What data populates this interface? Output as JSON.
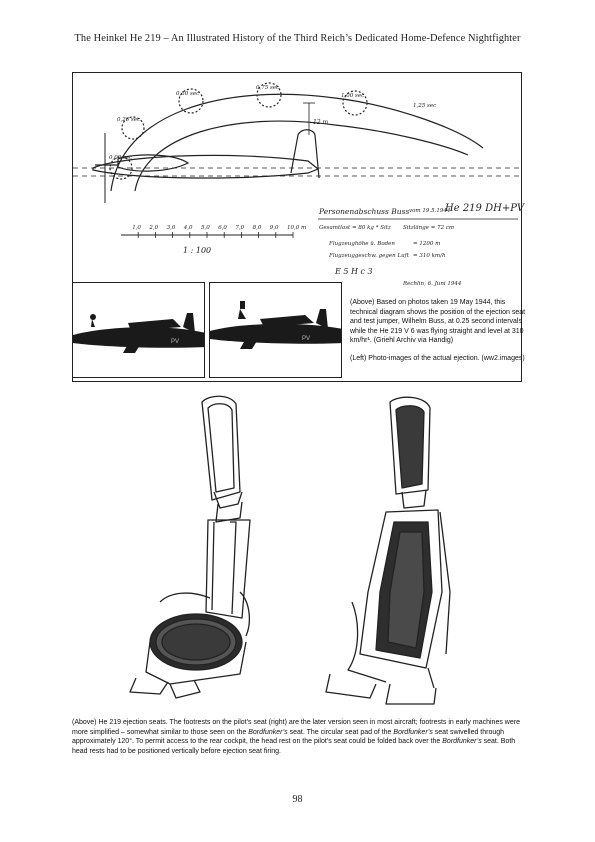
{
  "header": {
    "title": "The Heinkel He 219 – An Illustrated History of the Third Reich’s Dedicated Home-Defence Nightfighter"
  },
  "diagram": {
    "trajectory_labels": [
      "0,00 sec",
      "0,25 sec",
      "0,50 sec",
      "0,75 sec",
      "1,00 sec",
      "1,25 sec"
    ],
    "height_label": "12 m",
    "scale_ticks": [
      "1,0",
      "2,0",
      "3,0",
      "4,0",
      "5,0",
      "6,0",
      "7,0",
      "8,0",
      "9,0",
      "10,0 m"
    ],
    "scale_ratio": "1 : 100",
    "note_title": "Personenabschuss Buss",
    "note_date": "vom 19.5.1944",
    "note_aircraft": "He 219  DH+PV",
    "note_lines": [
      {
        "label": "Gesamtlast = 80 kg * Sitz",
        "value": "Sitzlänge = 72 cm"
      },
      {
        "label": "Flugzeughöhe ü. Boden",
        "value": "= 1200 m"
      },
      {
        "label": "Flugzeuggeschw. gegen Luft",
        "value": "= 310 km/h"
      }
    ],
    "note_code": "E 5 H c 3",
    "note_place_date": "Rechlin, 6. Juni 1944"
  },
  "photos": [
    {
      "tail_code": "PV"
    },
    {
      "tail_code": "PV"
    }
  ],
  "caption_top": {
    "para1": "(Above) Based on photos taken 19 May 1944, this technical diagram shows the position of the ejection seat and test jumper, Wilhelm Buss, at 0.25 second intervals while the He 219 V 6 was flying straight and level at 310 km/hr¹. (Griehl Archiv via Handig)",
    "para2": "(Left) Photo-images of the actual ejection.  (ww2.images)"
  },
  "caption_bottom": {
    "part1": "(Above) He 219 ejection seats. The footrests on the pilot’s seat (right) are the later version seen in most aircraft; footrests in early machines were more simplified – somewhat similar to those seen on the ",
    "italic1": "Bordfunker’s",
    "part2": " seat.  The circular seat pad of the ",
    "italic2": "Bordfunker’s",
    "part3": " seat swivelled through approximately 120°. To permit access to the rear cockpit, the head rest on the pilot’s seat could be folded back over the ",
    "italic3": "Bordfunker’s",
    "part4": " seat.  Both head rests had to be positioned vertically before ejection seat firing."
  },
  "page_number": "98"
}
